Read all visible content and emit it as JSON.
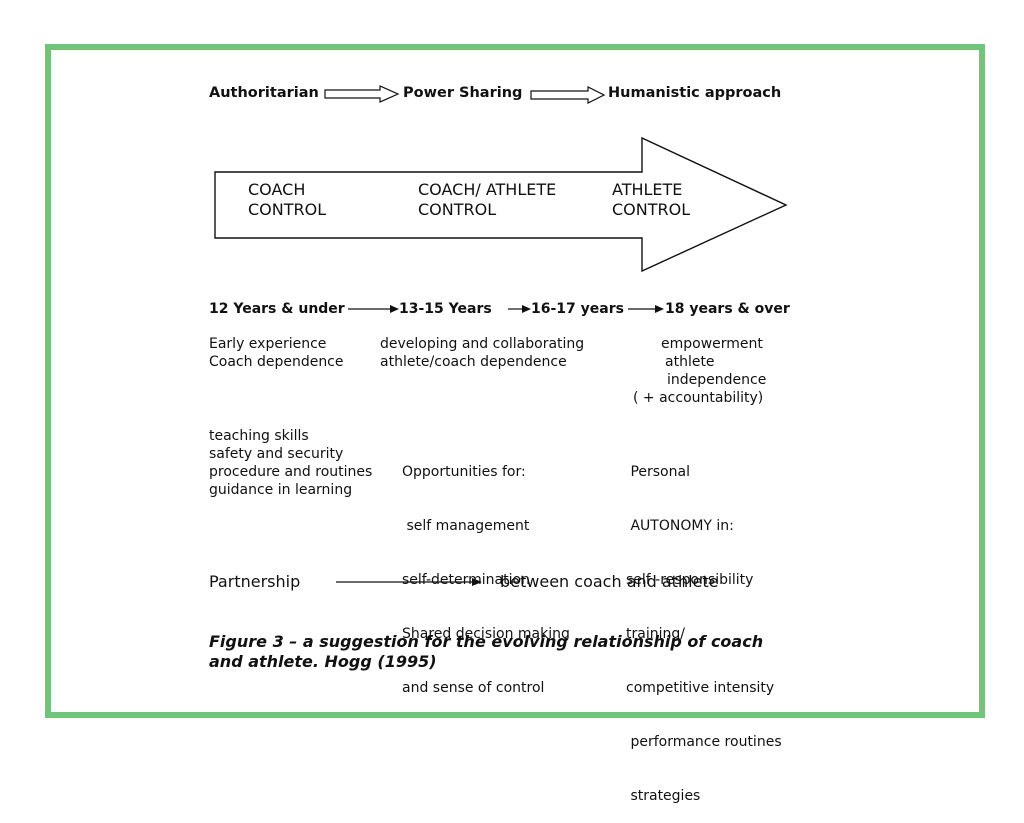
{
  "approaches": {
    "a1": "Authoritarian",
    "a2": "Power Sharing",
    "a3": "Humanistic approach"
  },
  "big_arrow": {
    "stage1": [
      "COACH",
      "CONTROL"
    ],
    "stage2": [
      "COACH/ ATHLETE",
      "CONTROL"
    ],
    "stage3": [
      "ATHLETE",
      "CONTROL"
    ]
  },
  "ages": {
    "age1": "12 Years & under",
    "age2": "13-15 Years",
    "age3": "16-17 years",
    "age4": "18 years & over"
  },
  "dependence": {
    "col1": [
      "Early experience",
      "Coach dependence"
    ],
    "col2": [
      "developing and collaborating",
      "athlete/coach dependence"
    ],
    "col3": [
      "empowerment",
      "athlete",
      "independence",
      "( + accountability)"
    ]
  },
  "skills": {
    "col1": [
      "teaching skills",
      "safety and security",
      "procedure and routines",
      "guidance in learning"
    ],
    "col2": [
      "Opportunities for:",
      " self management",
      "self-determination",
      "Shared decision making",
      "and sense of control"
    ],
    "col3": [
      " Personal",
      " AUTONOMY in:",
      "self -responsibility",
      "training/",
      "competitive intensity",
      " performance routines",
      " strategies"
    ]
  },
  "partnership": {
    "left": "Partnership",
    "right": "between coach and athlete"
  },
  "caption": {
    "line1": "Figure 3 – a suggestion for the evolving relationship of coach",
    "line2": "and athlete. Hogg (1995)"
  },
  "colors": {
    "frame": "#73c47a",
    "text": "#111111"
  }
}
